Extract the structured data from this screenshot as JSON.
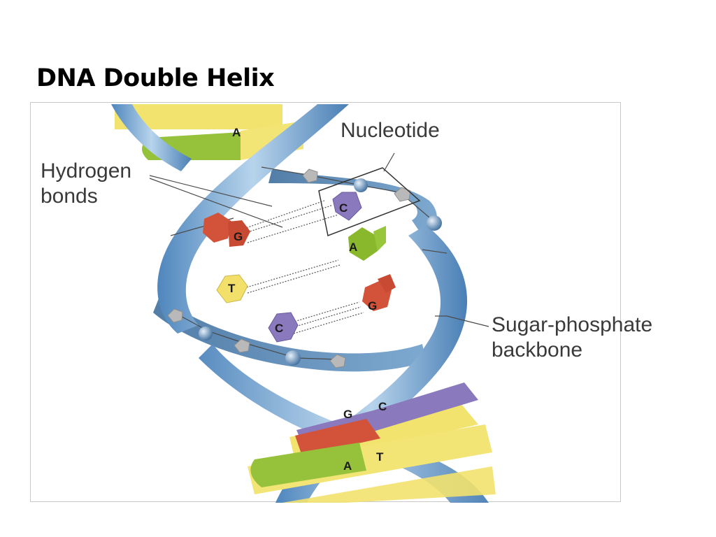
{
  "title": "DNA Double Helix",
  "labels": {
    "hydrogen_bonds": [
      "Hydrogen",
      "bonds"
    ],
    "nucleotide": "Nucleotide",
    "backbone": [
      "Sugar-phosphate",
      "backbone"
    ]
  },
  "bases": {
    "a1": "A",
    "c1": "C",
    "g1": "G",
    "a2": "A",
    "t1": "T",
    "g2": "G",
    "c2": "C",
    "g3": "G",
    "c3": "C",
    "a3": "A",
    "t2": "T"
  },
  "colors": {
    "adenine": "#8ab82d",
    "thymine": "#f2e06a",
    "guanine": "#d2533a",
    "cytosine": "#8b79bd",
    "backbone": "#6fa3cf",
    "sugar": "#b5b5b5",
    "phosphate": "#4f7fb5"
  }
}
